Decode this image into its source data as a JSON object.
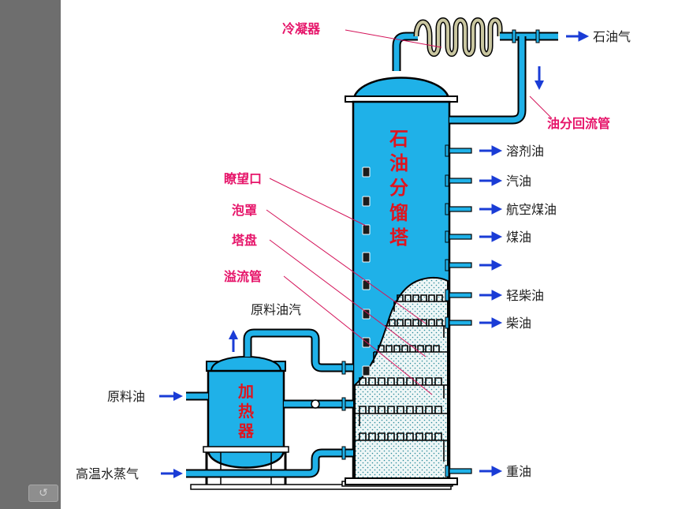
{
  "colors": {
    "tower": "#1fb1e8",
    "pipe": "#1fb1e8",
    "outline": "#000000",
    "arrow": "#1a3cd6",
    "pointer_line": "#d4145a",
    "part_label": "#e6156a",
    "tower_label": "#e0141e",
    "condenser": "#c9c6a0",
    "sidebar": "#6e6e6e"
  },
  "labels": {
    "condenser": "冷凝器",
    "reflux_pipe": "油分回流管",
    "sight_glass": "瞭望口",
    "bubble_cap": "泡罩",
    "tray": "塔盘",
    "overflow_pipe": "溢流管",
    "heater_chars": [
      "加",
      "热",
      "器"
    ],
    "tower_chars": [
      "石",
      "油",
      "分",
      "馏",
      "塔"
    ],
    "crude_vapor": "原料油汽",
    "crude_oil": "原料油",
    "steam": "高温水蒸气"
  },
  "products": {
    "petroleum_gas": "石油气",
    "solvent_oil": "溶剂油",
    "gasoline": "汽油",
    "jet_fuel": "航空煤油",
    "kerosene": "煤油",
    "unnamed_outlet": "",
    "light_diesel": "轻柴油",
    "diesel": "柴油",
    "heavy_oil": "重油"
  },
  "nav": {
    "icon": "back-arrow-icon"
  }
}
